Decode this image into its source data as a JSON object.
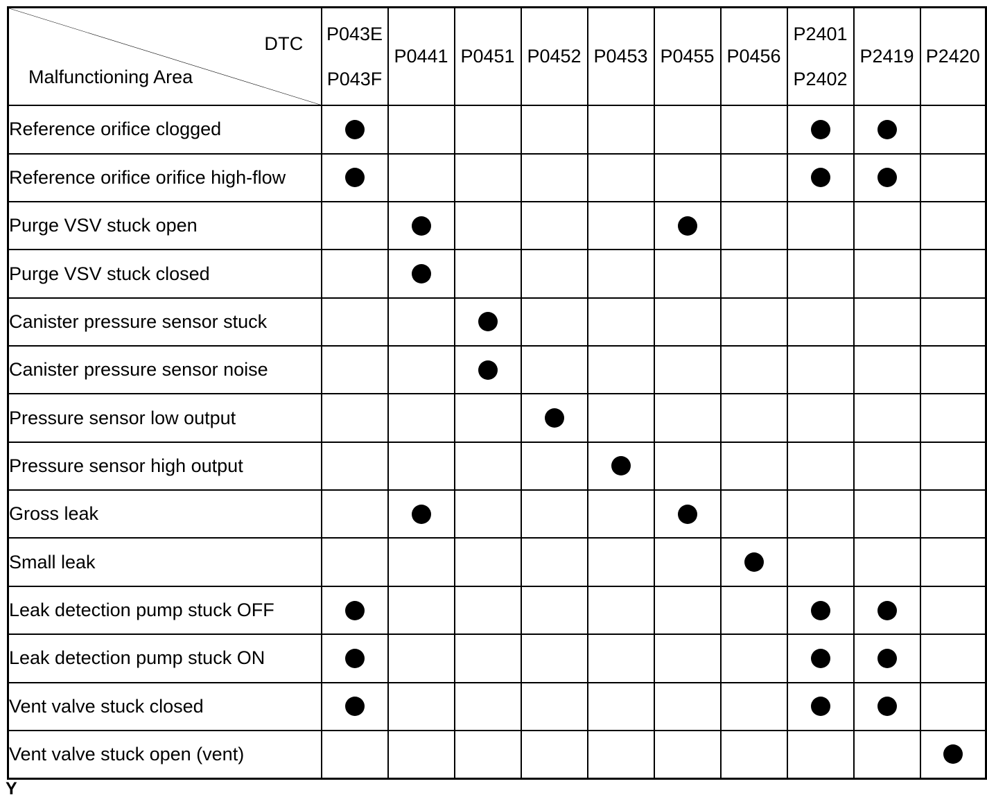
{
  "table": {
    "corner": {
      "column_axis_label": "DTC",
      "row_axis_label": "Malfunctioning Area"
    },
    "columns": [
      {
        "id": "P043E_P043F",
        "codes": [
          "P043E",
          "P043F"
        ]
      },
      {
        "id": "P0441",
        "codes": [
          "P0441"
        ]
      },
      {
        "id": "P0451",
        "codes": [
          "P0451"
        ]
      },
      {
        "id": "P0452",
        "codes": [
          "P0452"
        ]
      },
      {
        "id": "P0453",
        "codes": [
          "P0453"
        ]
      },
      {
        "id": "P0455",
        "codes": [
          "P0455"
        ]
      },
      {
        "id": "P0456",
        "codes": [
          "P0456"
        ]
      },
      {
        "id": "P2401_P2402",
        "codes": [
          "P2401",
          "P2402"
        ]
      },
      {
        "id": "P2419",
        "codes": [
          "P2419"
        ]
      },
      {
        "id": "P2420",
        "codes": [
          "P2420"
        ]
      }
    ],
    "rows": [
      {
        "label": "Reference orifice clogged",
        "marks": [
          1,
          0,
          0,
          0,
          0,
          0,
          0,
          1,
          1,
          0
        ]
      },
      {
        "label": "Reference orifice orifice high-flow",
        "marks": [
          1,
          0,
          0,
          0,
          0,
          0,
          0,
          1,
          1,
          0
        ]
      },
      {
        "label": "Purge VSV stuck open",
        "marks": [
          0,
          1,
          0,
          0,
          0,
          1,
          0,
          0,
          0,
          0
        ]
      },
      {
        "label": "Purge VSV stuck closed",
        "marks": [
          0,
          1,
          0,
          0,
          0,
          0,
          0,
          0,
          0,
          0
        ]
      },
      {
        "label": "Canister pressure sensor stuck",
        "marks": [
          0,
          0,
          1,
          0,
          0,
          0,
          0,
          0,
          0,
          0
        ]
      },
      {
        "label": "Canister pressure sensor noise",
        "marks": [
          0,
          0,
          1,
          0,
          0,
          0,
          0,
          0,
          0,
          0
        ]
      },
      {
        "label": "Pressure sensor low output",
        "marks": [
          0,
          0,
          0,
          1,
          0,
          0,
          0,
          0,
          0,
          0
        ]
      },
      {
        "label": "Pressure sensor high output",
        "marks": [
          0,
          0,
          0,
          0,
          1,
          0,
          0,
          0,
          0,
          0
        ]
      },
      {
        "label": "Gross leak",
        "marks": [
          0,
          1,
          0,
          0,
          0,
          1,
          0,
          0,
          0,
          0
        ]
      },
      {
        "label": "Small leak",
        "marks": [
          0,
          0,
          0,
          0,
          0,
          0,
          1,
          0,
          0,
          0
        ]
      },
      {
        "label": "Leak detection pump stuck OFF",
        "marks": [
          1,
          0,
          0,
          0,
          0,
          0,
          0,
          1,
          1,
          0
        ]
      },
      {
        "label": "Leak detection pump stuck ON",
        "marks": [
          1,
          0,
          0,
          0,
          0,
          0,
          0,
          1,
          1,
          0
        ]
      },
      {
        "label": "Vent valve stuck closed",
        "marks": [
          1,
          0,
          0,
          0,
          0,
          0,
          0,
          1,
          1,
          0
        ]
      },
      {
        "label": "Vent valve stuck open (vent)",
        "marks": [
          0,
          0,
          0,
          0,
          0,
          0,
          0,
          0,
          0,
          1
        ]
      }
    ],
    "mark_symbol": "filled-circle"
  },
  "footer": {
    "mark": "Y"
  },
  "colors": {
    "ink": "#000000",
    "paper": "#ffffff"
  }
}
